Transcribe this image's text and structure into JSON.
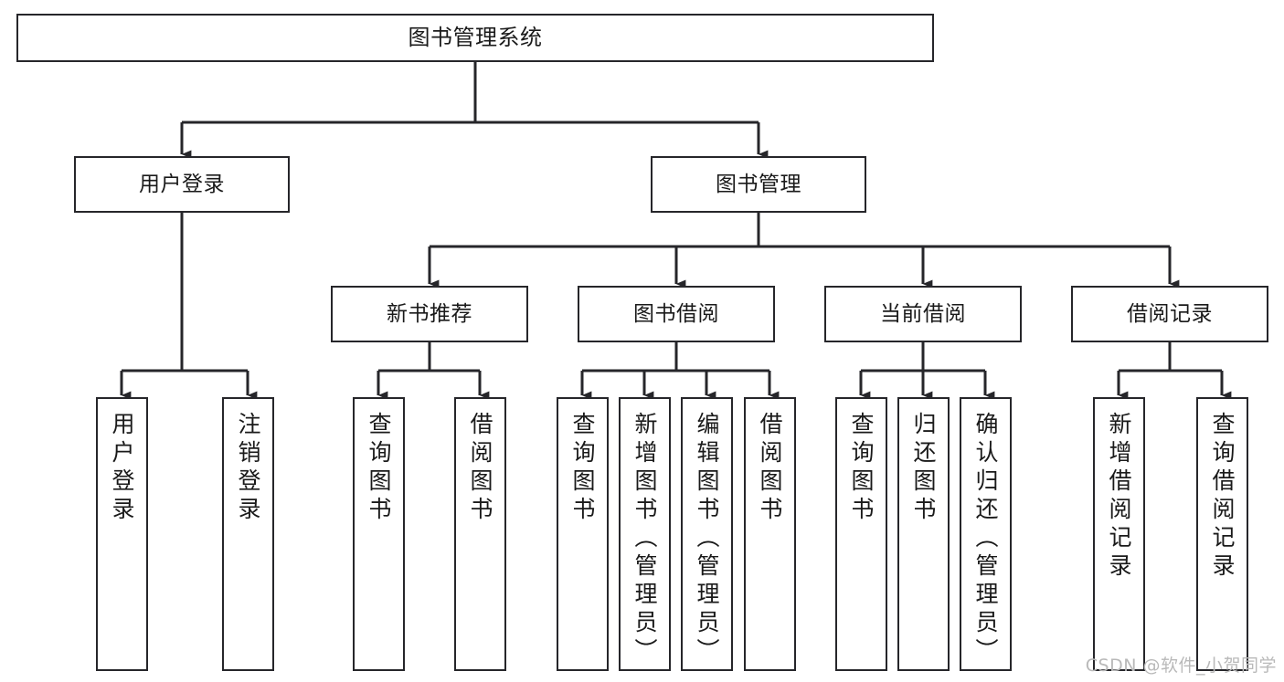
{
  "diagram": {
    "title": "图书管理系统",
    "type": "function-structure-tree",
    "stroke_color": "#26262a",
    "fill_color": "#ffffff",
    "text_color": "#1a1a1a",
    "watermark": "CSDN @软件_小贺同学",
    "root": {
      "label": "图书管理系统"
    },
    "level2": [
      {
        "label": "用户登录"
      },
      {
        "label": "图书管理"
      }
    ],
    "level3": [
      {
        "label": "新书推荐"
      },
      {
        "label": "图书借阅"
      },
      {
        "label": "当前借阅"
      },
      {
        "label": "借阅记录"
      }
    ],
    "leaves": {
      "user_login": [
        {
          "label": "用户登录"
        },
        {
          "label": "注销登录"
        }
      ],
      "new_book_recommend": [
        {
          "label": "查询图书"
        },
        {
          "label": "借阅图书"
        }
      ],
      "book_borrow": [
        {
          "label": "查询图书"
        },
        {
          "label": "新增图书（管理员）"
        },
        {
          "label": "编辑图书（管理员）"
        },
        {
          "label": "借阅图书"
        }
      ],
      "current_borrow": [
        {
          "label": "查询图书"
        },
        {
          "label": "归还图书"
        },
        {
          "label": "确认归还（管理员）"
        }
      ],
      "borrow_record": [
        {
          "label": "新增借阅记录"
        },
        {
          "label": "查询借阅记录"
        }
      ]
    }
  }
}
